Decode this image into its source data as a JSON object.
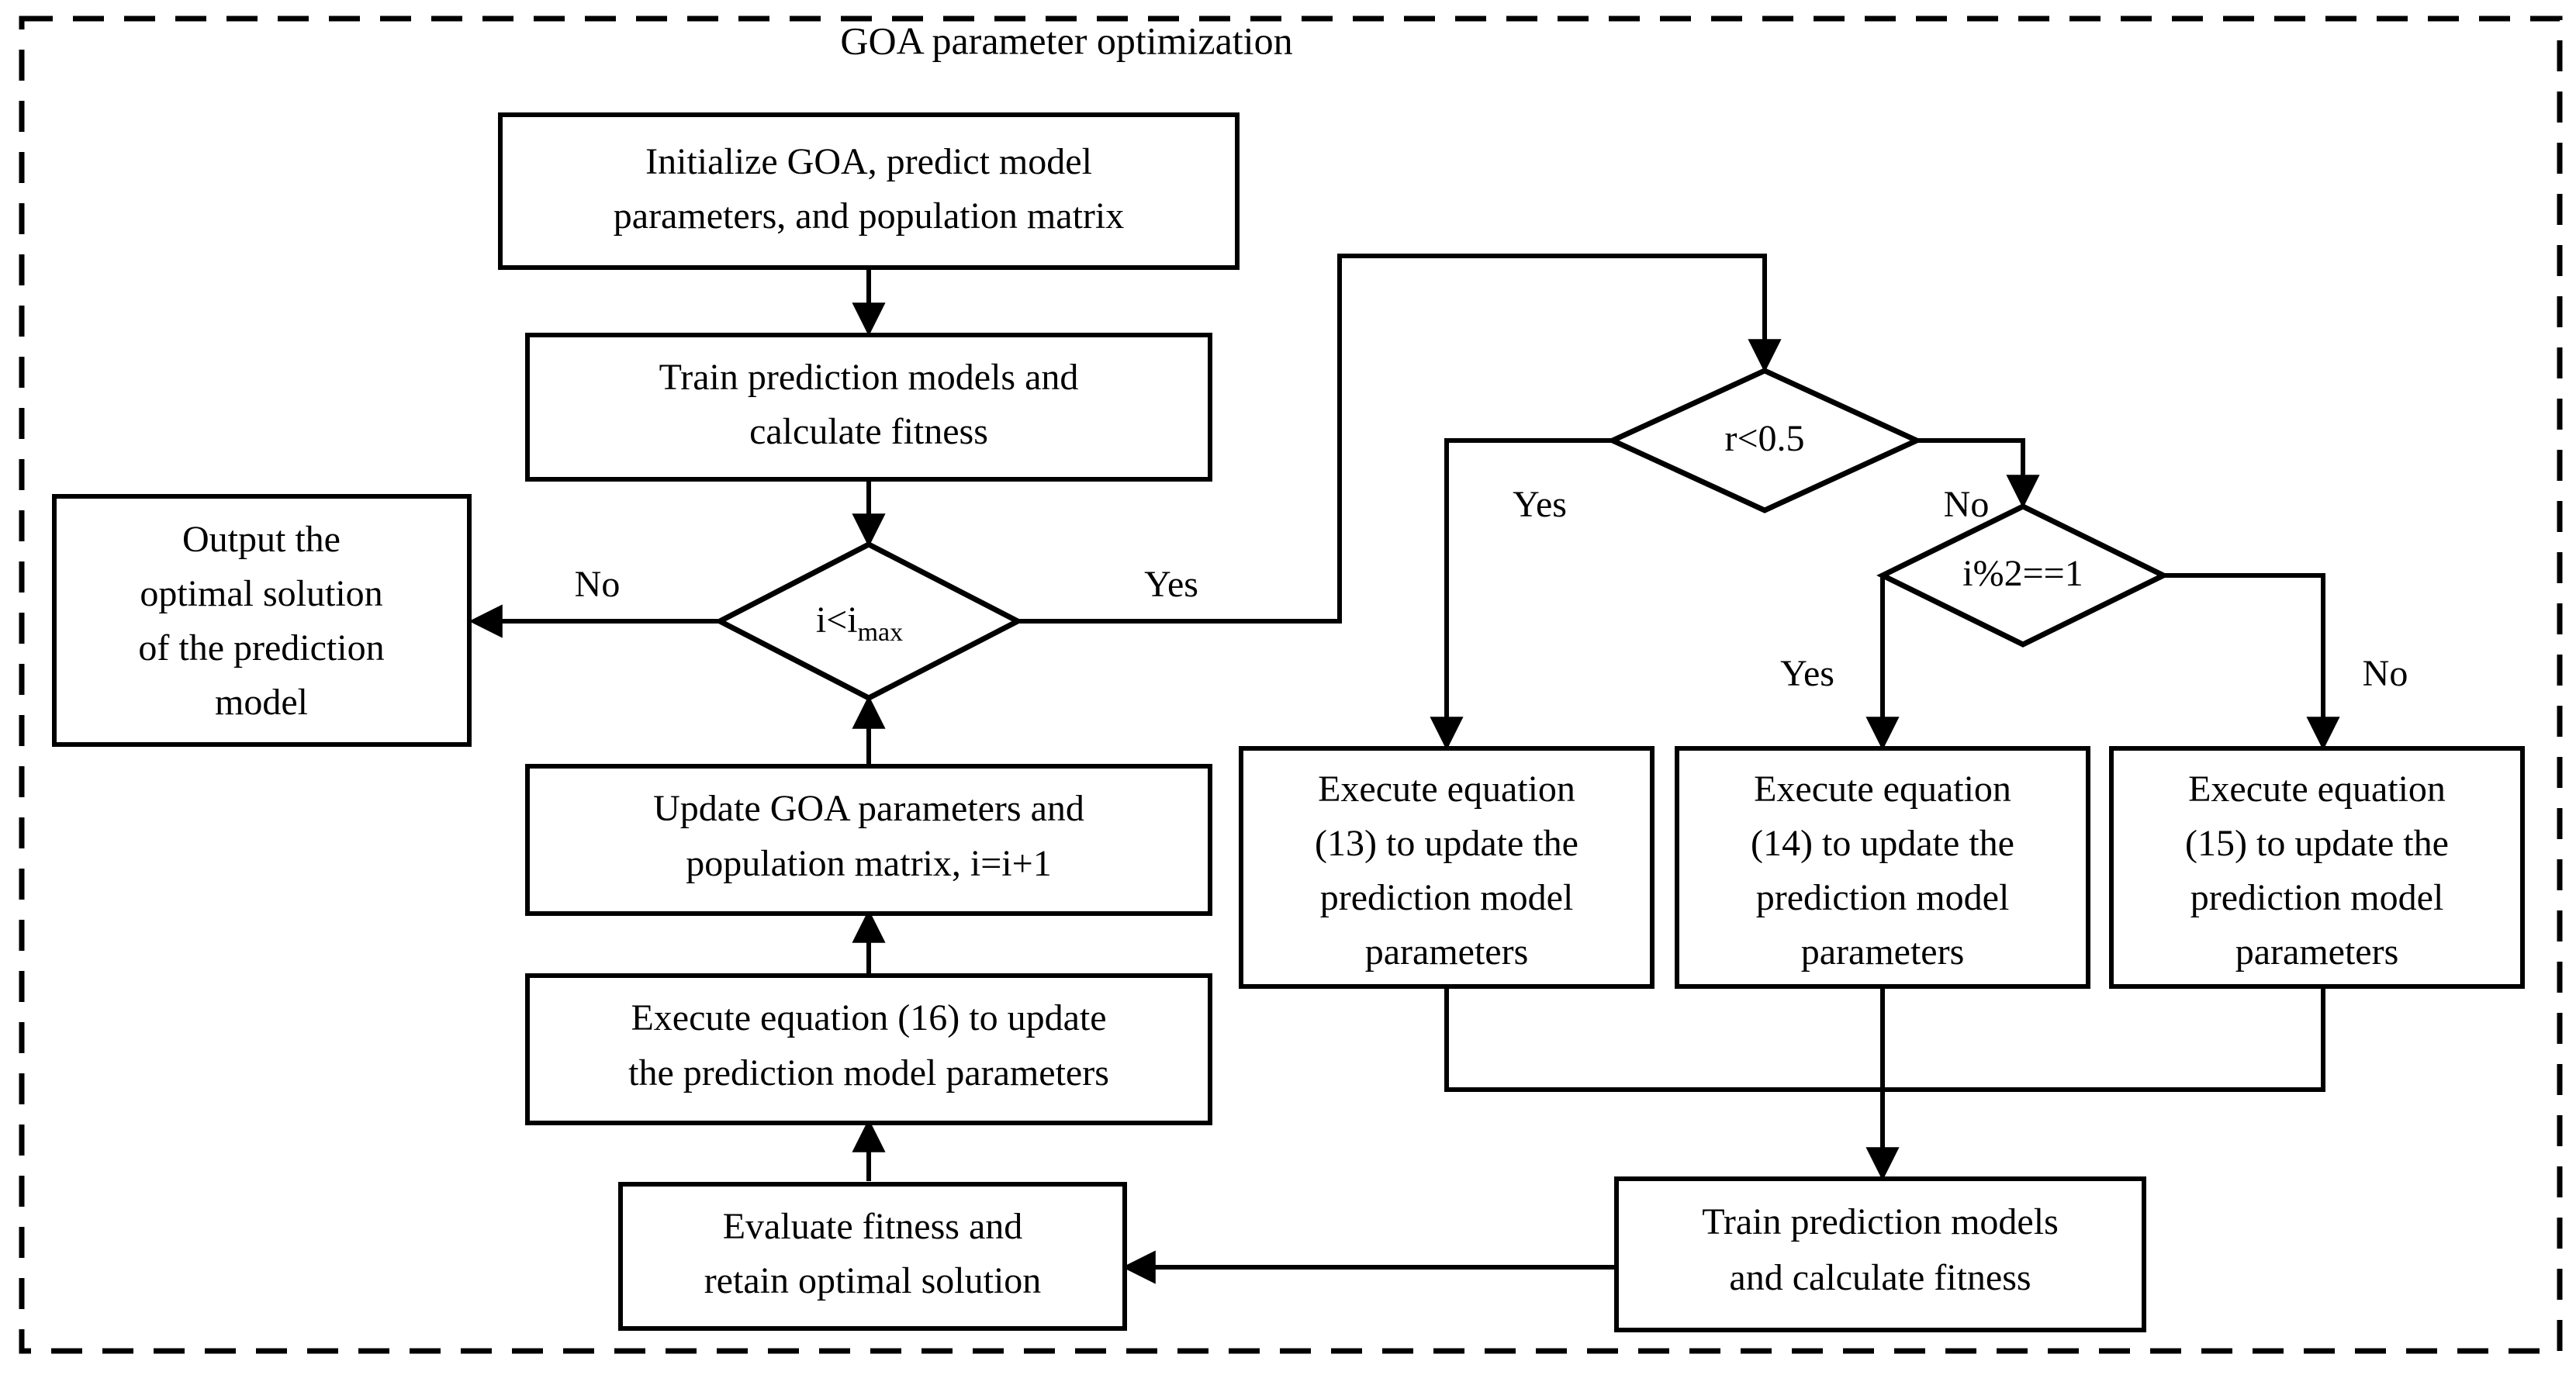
{
  "diagram": {
    "title": "GOA parameter optimization",
    "frame": {
      "style": "dashed",
      "color": "#000000"
    },
    "background": "#ffffff",
    "line_color": "#000000",
    "nodes": [
      {
        "id": "init",
        "shape": "rect",
        "lines": [
          "Initialize GOA, predict model",
          "parameters, and population matrix"
        ]
      },
      {
        "id": "train1",
        "shape": "rect",
        "lines": [
          "Train prediction models and",
          "calculate fitness"
        ]
      },
      {
        "id": "imax",
        "shape": "diamond",
        "lines": [
          "i<i"
        ],
        "subscript": "max",
        "text": "i<imax"
      },
      {
        "id": "output",
        "shape": "rect",
        "lines": [
          "Output the",
          "optimal solution",
          "of the prediction",
          "model"
        ]
      },
      {
        "id": "update_goa",
        "shape": "rect",
        "lines": [
          "Update GOA parameters and",
          "population matrix, i=i+1"
        ]
      },
      {
        "id": "eq16",
        "shape": "rect",
        "lines": [
          "Execute equation (16) to update",
          "the prediction model parameters"
        ]
      },
      {
        "id": "evaluate",
        "shape": "rect",
        "lines": [
          "Evaluate fitness and",
          "retain optimal solution"
        ]
      },
      {
        "id": "r05",
        "shape": "diamond",
        "lines": [
          "r<0.5"
        ],
        "text": "r<0.5"
      },
      {
        "id": "imod2",
        "shape": "diamond",
        "lines": [
          "i%2==1"
        ],
        "text": "i%2==1"
      },
      {
        "id": "eq13",
        "shape": "rect",
        "lines": [
          "Execute equation",
          "(13) to update the",
          "prediction model",
          "parameters"
        ]
      },
      {
        "id": "eq14",
        "shape": "rect",
        "lines": [
          "Execute equation",
          "(14) to update the",
          "prediction model",
          "parameters"
        ]
      },
      {
        "id": "eq15",
        "shape": "rect",
        "lines": [
          "Execute equation",
          "(15) to update the",
          "prediction model",
          "parameters"
        ]
      },
      {
        "id": "train2",
        "shape": "rect",
        "lines": [
          "Train prediction models",
          "and calculate fitness"
        ]
      }
    ],
    "edge_labels": [
      {
        "id": "imax-no",
        "text": "No"
      },
      {
        "id": "imax-yes",
        "text": "Yes"
      },
      {
        "id": "r05-yes",
        "text": "Yes"
      },
      {
        "id": "r05-no",
        "text": "No"
      },
      {
        "id": "imod2-yes",
        "text": "Yes"
      },
      {
        "id": "imod2-no",
        "text": "No"
      }
    ]
  }
}
